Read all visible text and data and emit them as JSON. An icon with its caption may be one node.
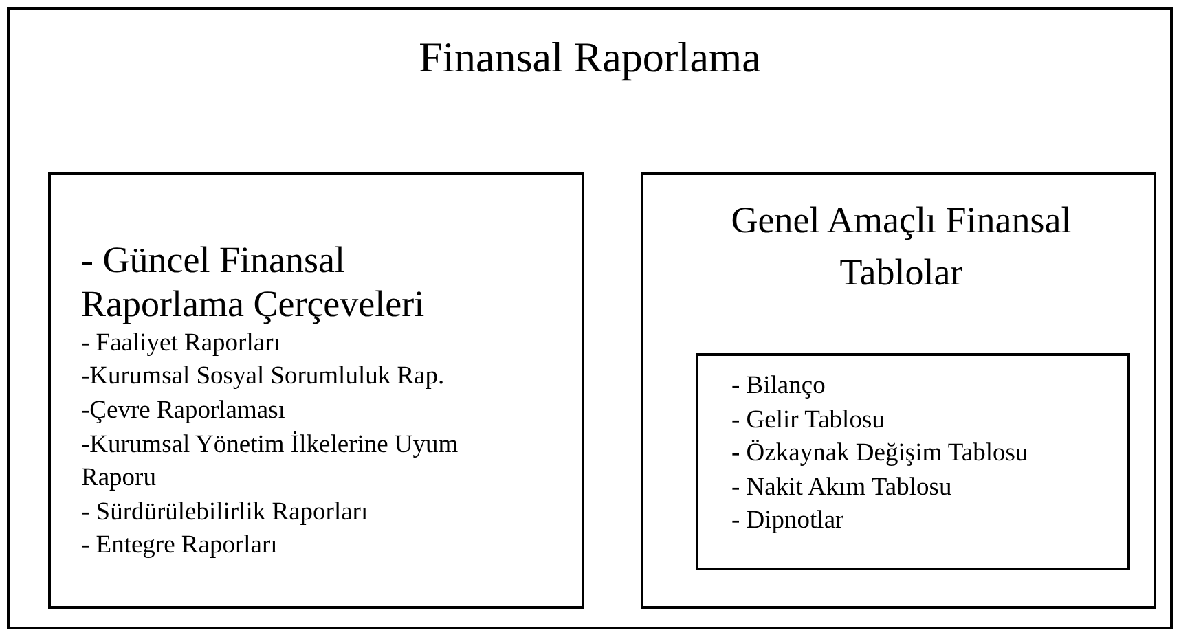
{
  "diagram": {
    "nodes": [
      {
        "text": [
          "Finansal Raporlama"
        ]
      },
      {
        "text": [
          "- Güncel Finansal Raporlama Çerçeveleri",
          "- Faaliyet Raporları",
          "-Kurumsal Sosyal Sorumluluk Rap.",
          "-Çevre Raporlaması",
          "-Kurumsal Yönetim İlkelerine Uyum Raporu",
          "- Sürdürülebilirlik Raporları",
          "- Entegre Raporları"
        ],
        "in": 0
      },
      {
        "text": [
          "Genel Amaçlı Finansal Tablolar"
        ],
        "in": 0
      },
      {
        "text": [
          "- Bilanço",
          "- Gelir Tablosu",
          "- Özkaynak Değişim Tablosu",
          "- Nakit Akım Tablosu",
          "- Dipnotlar"
        ],
        "in": 2
      }
    ]
  }
}
